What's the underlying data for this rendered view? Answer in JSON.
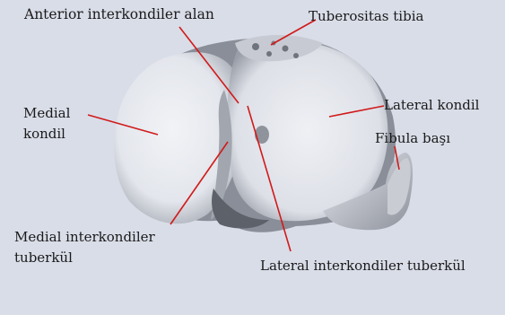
{
  "labels": {
    "anterior_interkondiler_alan": "Anterior interkondiler alan",
    "tuberositas_tibia": "Tuberositas tibia",
    "medial_kondil_line1": "Medial",
    "medial_kondil_line2": "kondil",
    "lateral_kondil": "Lateral kondil",
    "fibula_basi": "Fibula başı",
    "medial_interkondiler_tuberkul_line1": "Medial interkondiler",
    "medial_interkondiler_tuberkul_line2": "tuberkül",
    "lateral_interkondiler_tuberkul": "Lateral interkondiler tuberkül"
  },
  "colors": {
    "background": "#d9dde8",
    "bone_light": "#eef0f4",
    "bone_shadow": "#7b7f89",
    "leader_line": "#d11a1a",
    "label_text": "#1a1a1a"
  }
}
